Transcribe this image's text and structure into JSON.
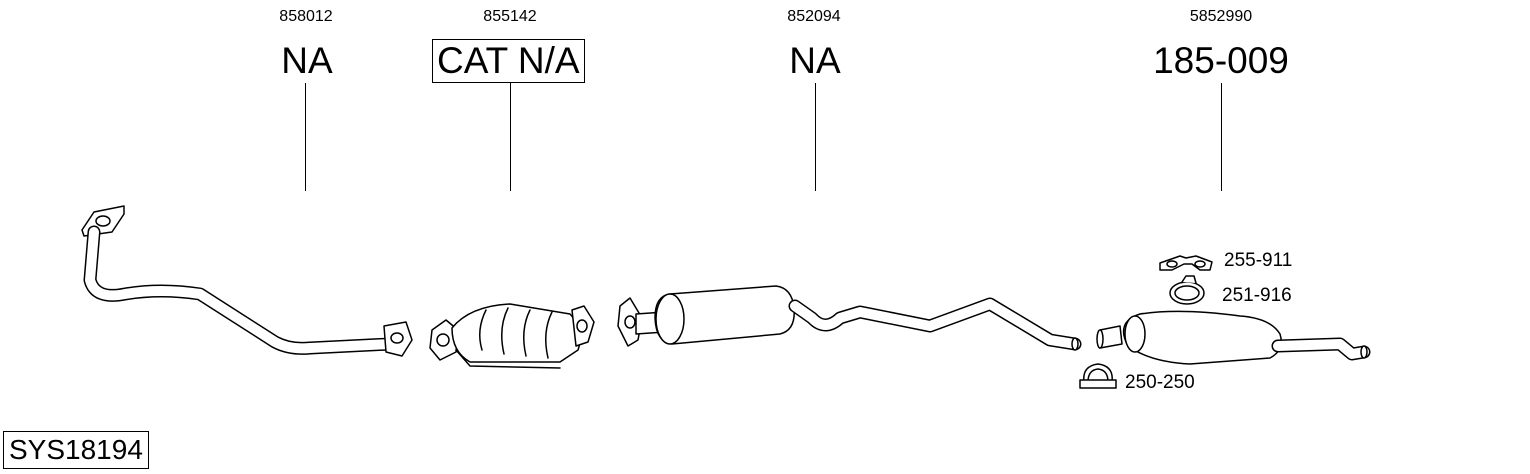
{
  "system_code": "SYS18194",
  "parts": [
    {
      "oe_number": "858012",
      "code": "NA",
      "boxed": false
    },
    {
      "oe_number": "855142",
      "code": "CAT N/A",
      "boxed": true
    },
    {
      "oe_number": "852094",
      "code": "NA",
      "boxed": false
    },
    {
      "oe_number": "5852990",
      "code": "185-009",
      "boxed": false
    }
  ],
  "accessories": [
    {
      "code": "255-911",
      "icon": "rubber-hanger-icon"
    },
    {
      "code": "251-916",
      "icon": "ring-clamp-icon"
    },
    {
      "code": "250-250",
      "icon": "u-bolt-clamp-icon"
    }
  ]
}
